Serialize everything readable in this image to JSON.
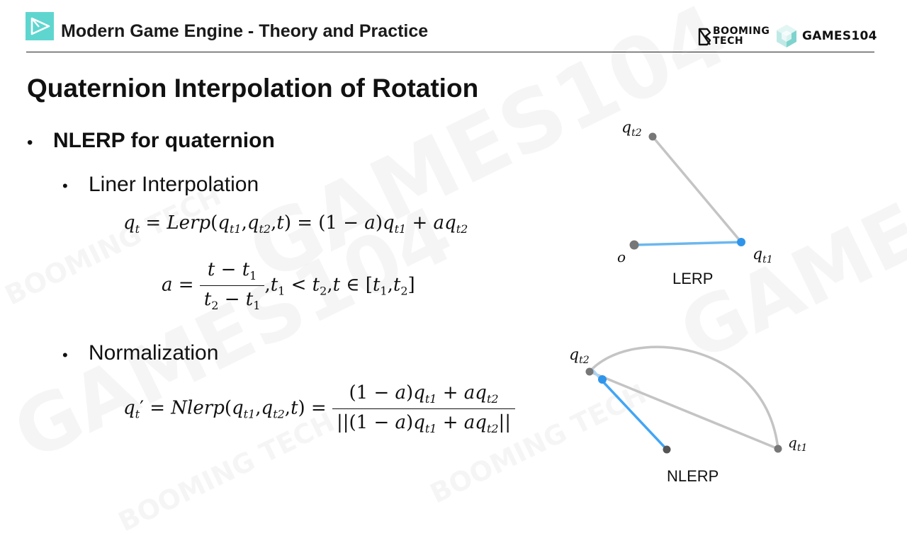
{
  "header": {
    "title": "Modern Game Engine - Theory and Practice",
    "booming_line1": "BOOMING",
    "booming_line2": "TECH",
    "games_logo": "GAMES104",
    "accent": "#5ed6cf"
  },
  "watermarks": [
    "GAMES104",
    "GAMES104",
    "BOOMING TECH",
    "BOOMING TECH",
    "GAMES104",
    "BOOMING TECH"
  ],
  "slide": {
    "title": "Quaternion Interpolation of Rotation",
    "bullet_main": "NLERP for quaternion",
    "sub1": "Liner Interpolation",
    "sub2": "Normalization"
  },
  "lerp_diagram": {
    "caption": "LERP",
    "label_qt2": "q",
    "label_qt2_sub": "t2",
    "label_qt1": "q",
    "label_qt1_sub": "t1",
    "label_origin": "o"
  },
  "nlerp_diagram": {
    "caption": "NLERP",
    "label_qt2": "q",
    "label_qt2_sub": "t2",
    "label_qt1": "q",
    "label_qt1_sub": "t1"
  },
  "colors": {
    "blue": "#42a5f5",
    "gray_line": "#c4c4c4",
    "dot": "#666666"
  }
}
